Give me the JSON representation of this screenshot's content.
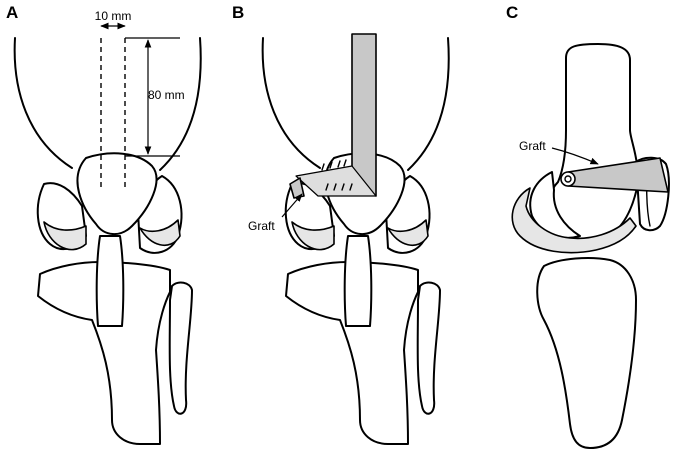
{
  "panels": {
    "a": {
      "letter": "A",
      "width_label": "10 mm",
      "length_label": "80 mm"
    },
    "b": {
      "letter": "B",
      "graft_label": "Graft"
    },
    "c": {
      "letter": "C",
      "graft_label": "Graft"
    }
  },
  "colors": {
    "line": "#000000",
    "cartilage": "#e6e6e6",
    "graft": "#c8c8c8"
  }
}
